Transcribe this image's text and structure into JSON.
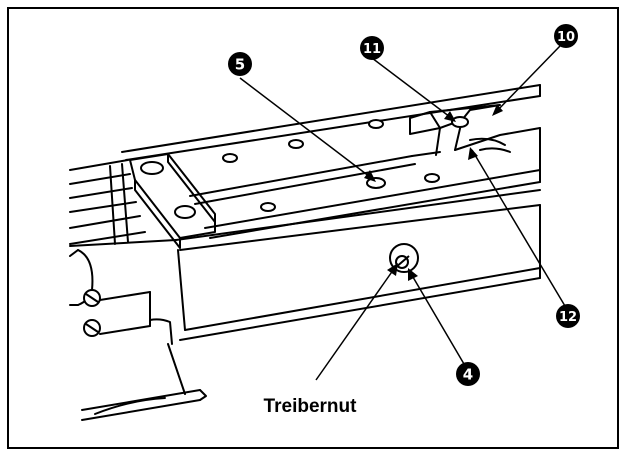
{
  "frame": {
    "stroke": "#000000",
    "background": "#ffffff"
  },
  "callouts": [
    {
      "label": "5"
    },
    {
      "label": "11"
    },
    {
      "label": "10"
    },
    {
      "label": "12"
    },
    {
      "label": "4"
    }
  ],
  "caption": "Treibernut"
}
